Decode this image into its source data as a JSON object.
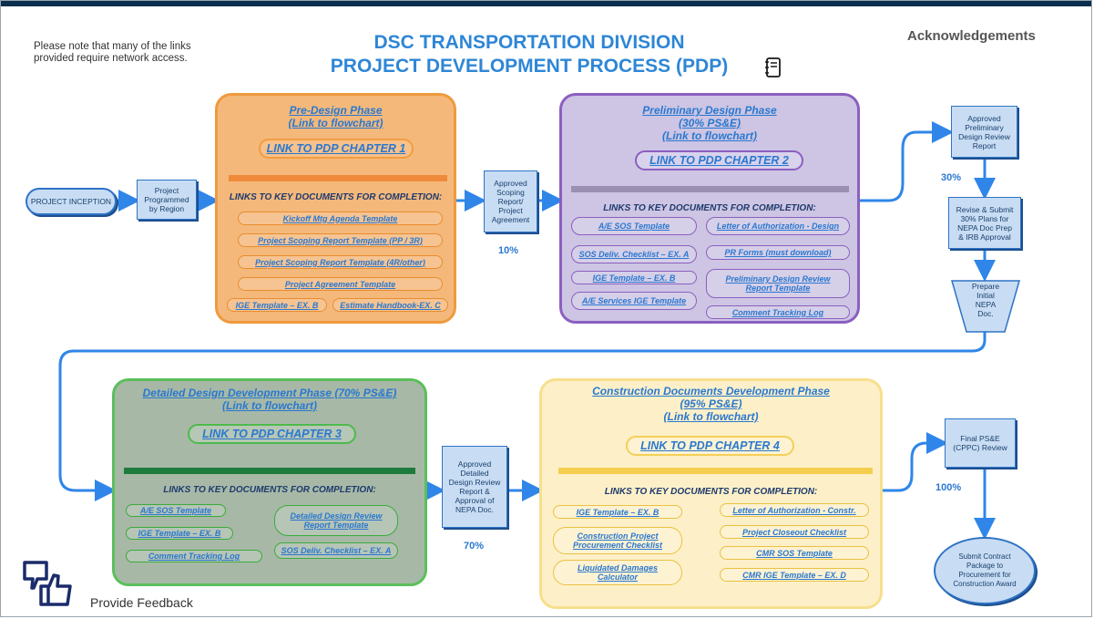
{
  "note": [
    "Please note that many of the links",
    "provided require network access."
  ],
  "title": [
    "DSC TRANSPORTATION DIVISION",
    "PROJECT DEVELOPMENT PROCESS (PDP)"
  ],
  "acknowledgements": "Acknowledgements",
  "key_docs_heading": "LINKS TO KEY DOCUMENTS FOR COMPLETION:",
  "phases": {
    "pre_design": {
      "title": [
        "Pre-Design Phase",
        "(Link to flowchart)"
      ],
      "chapter_link": "LINK TO PDP CHAPTER  1",
      "docs": [
        "Kickoff Mtg Agenda Template",
        "Project Scoping Report Template (PP / 3R)",
        "Project Scoping Report Template (4R/other)",
        "Project Agreement Template",
        "IGE Template – EX. B",
        "Estimate Handbook-EX. C"
      ]
    },
    "preliminary": {
      "title": [
        "Preliminary Design Phase",
        "(30% PS&E)",
        "(Link to flowchart)"
      ],
      "chapter_link": "LINK TO PDP CHAPTER  2",
      "docs": [
        "A/E SOS Template",
        "SOS Deliv. Checklist – EX. A",
        "IGE Template – EX. B",
        "A/E Services IGE Template",
        "Letter of Authorization - Design",
        "PR Forms (must download)",
        "Preliminary Design Review",
        "Report Template",
        "Comment Tracking Log"
      ]
    },
    "detailed": {
      "title": [
        "Detailed Design Development Phase (70% PS&E)",
        "(Link to flowchart)"
      ],
      "chapter_link": "LINK TO PDP CHAPTER  3",
      "docs": [
        "A/E SOS Template",
        "IGE Template – EX. B",
        "Comment Tracking Log",
        "Detailed Design Review",
        "Report Template",
        "SOS Deliv. Checklist – EX. A"
      ]
    },
    "construction": {
      "title": [
        "Construction Documents Development Phase",
        "(95% PS&E)",
        "(Link to flowchart)"
      ],
      "chapter_link": "LINK TO PDP CHAPTER  4",
      "docs": [
        "IGE Template – EX. B",
        "Construction Project",
        "Procurement Checklist",
        "Liquidated Damages",
        "Calculator",
        "Letter of Authorization - Constr.",
        "Project Closeout Checklist",
        "CMR SOS Template",
        "CMR IGE Template – EX. D"
      ]
    }
  },
  "flow": {
    "inception": "PROJECT INCEPTION",
    "programmed": [
      "Project",
      "Programmed",
      "by Region"
    ],
    "scoping": [
      "Approved",
      "Scoping",
      "Report/",
      "Project",
      "Agreement"
    ],
    "pct10": "10%",
    "approved_prelim": [
      "Approved",
      "Preliminary",
      "Design Review",
      "Report"
    ],
    "pct30": "30%",
    "revise": [
      "Revise & Submit",
      "30% Plans for",
      "NEPA Doc Prep",
      "& IRB Approval"
    ],
    "nepa": [
      "Prepare",
      "Initial",
      "NEPA",
      "Doc."
    ],
    "approved_detailed": [
      "Approved",
      "Detailed",
      "Design Review",
      "Report &",
      "Approval of",
      "NEPA Doc."
    ],
    "pct70": "70%",
    "final": [
      "Final PS&E",
      "(CPPC) Review"
    ],
    "pct100": "100%",
    "submit": [
      "Submit Contract",
      "Package to",
      "Procurement for",
      "Construction Award"
    ]
  },
  "feedback": "Provide Feedback",
  "colors": {
    "title_blue": "#2e86d6",
    "flow_blue": "#2f86e8",
    "orange": "#f4b87a",
    "purple": "#cdc5e3",
    "green": "#a7b9a6",
    "yellow": "#fdf0c8",
    "dark_navy": "#0b2f4f"
  },
  "icons": [
    "notebook-icon",
    "feedback-thumbs-icon"
  ]
}
